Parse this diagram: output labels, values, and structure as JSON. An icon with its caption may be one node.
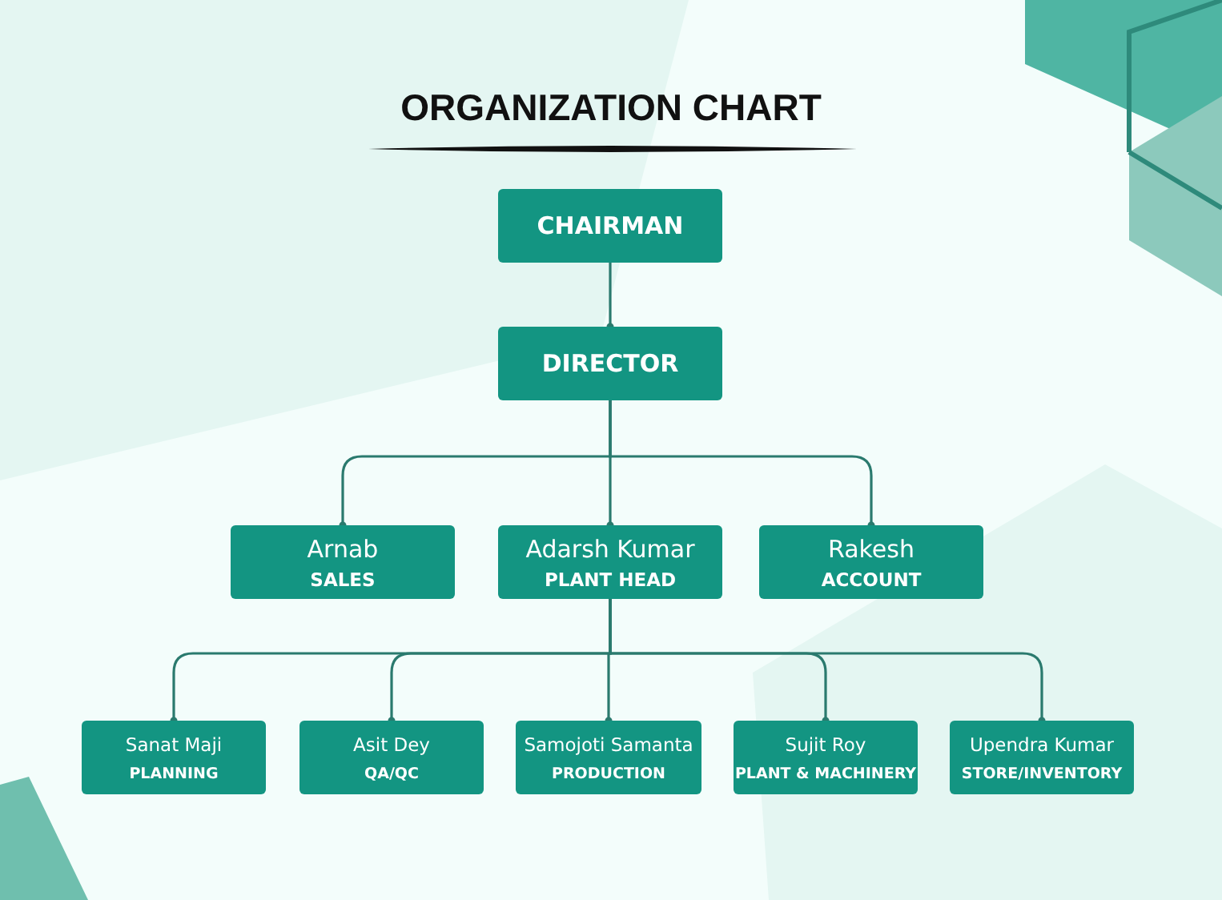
{
  "diagram": {
    "title": "ORGANIZATION CHART",
    "nodes": [
      {
        "text": [
          "CHAIRMAN"
        ]
      },
      {
        "text": [
          "DIRECTOR"
        ]
      },
      {
        "text": [
          "Arnab",
          "SALES"
        ]
      },
      {
        "text": [
          "Adarsh Kumar",
          "PLANT HEAD"
        ]
      },
      {
        "text": [
          "Rakesh",
          "ACCOUNT"
        ]
      },
      {
        "text": [
          "Sanat Maji",
          "PLANNING"
        ]
      },
      {
        "text": [
          "Asit Dey",
          "QA/QC"
        ]
      },
      {
        "text": [
          "Samojoti Samanta",
          "PRODUCTION"
        ]
      },
      {
        "text": [
          "Sujit Roy",
          "PLANT & MACHINERY"
        ]
      },
      {
        "text": [
          "Upendra Kumar",
          "STORE/INVENTORY"
        ]
      }
    ],
    "edges": [
      {
        "from": 0,
        "to": 1,
        "arrow": "other"
      },
      {
        "from": 1,
        "to": 2,
        "arrow": "other"
      },
      {
        "from": 1,
        "to": 3,
        "arrow": "other"
      },
      {
        "from": 1,
        "to": 4,
        "arrow": "other"
      },
      {
        "from": 3,
        "to": 5,
        "arrow": "other"
      },
      {
        "from": 3,
        "to": 6,
        "arrow": "other"
      },
      {
        "from": 3,
        "to": 7,
        "arrow": "other"
      },
      {
        "from": 3,
        "to": 8,
        "arrow": "other"
      },
      {
        "from": 3,
        "to": 9,
        "arrow": "other"
      }
    ]
  }
}
